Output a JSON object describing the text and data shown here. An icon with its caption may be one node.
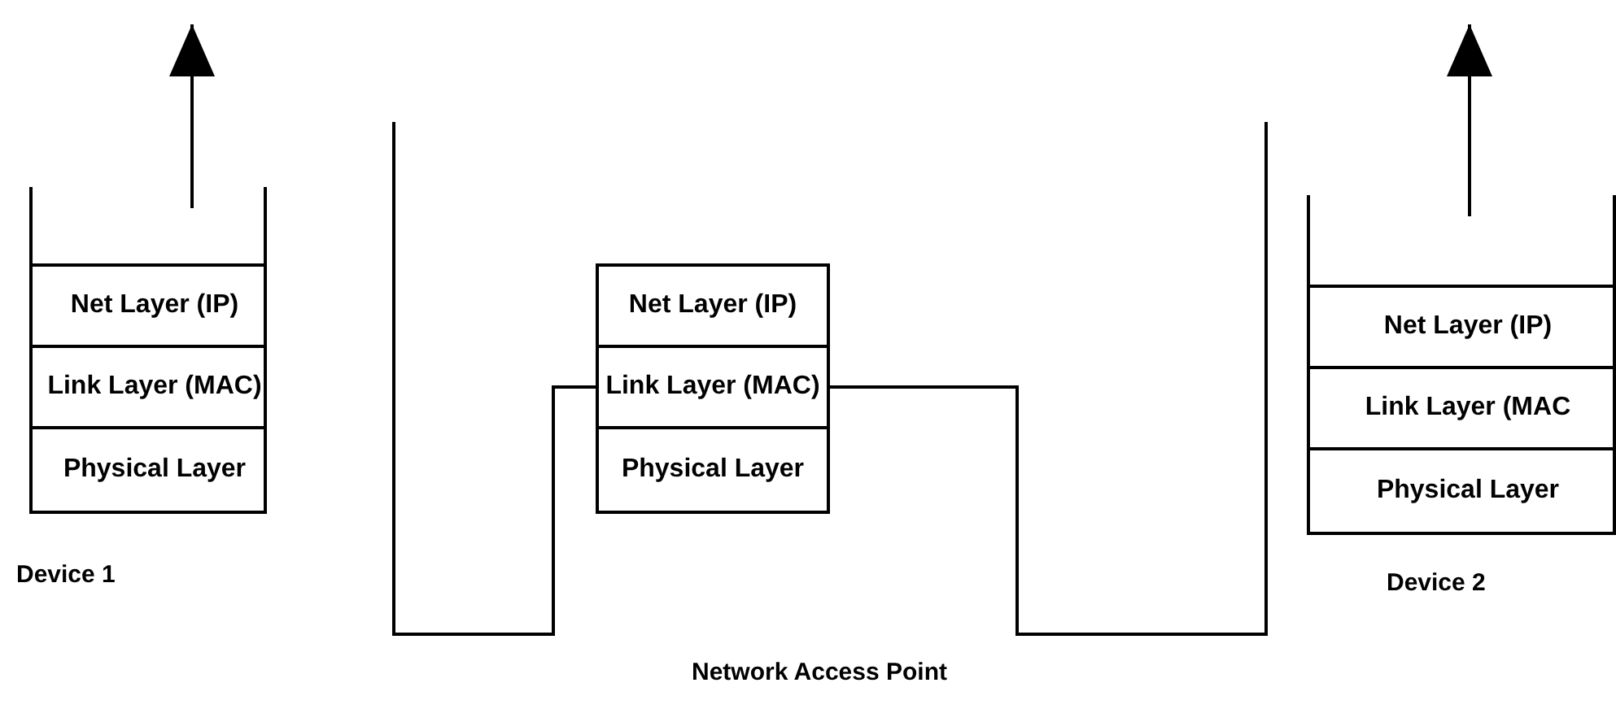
{
  "diagram": {
    "nodes": [
      {
        "text": [
          "Device 1"
        ]
      },
      {
        "text": [
          "Net Layer (IP)"
        ],
        "in": 0
      },
      {
        "text": [
          "Link Layer (MAC)"
        ],
        "in": 0
      },
      {
        "text": [
          "Physical Layer"
        ],
        "in": 0
      },
      {
        "text": [
          "Net Layer (IP)"
        ]
      },
      {
        "text": [
          "Link Layer (MAC)"
        ]
      },
      {
        "text": [
          "Physical Layer"
        ]
      },
      {
        "text": [
          "Device 2"
        ]
      },
      {
        "text": [
          "Net Layer (IP)"
        ],
        "in": 7
      },
      {
        "text": [
          "Link Layer (MAC"
        ],
        "in": 7
      },
      {
        "text": [
          "Physical Layer"
        ],
        "in": 7
      }
    ],
    "edges": [
      {
        "from": 0,
        "to": null,
        "arrow": "to"
      },
      {
        "from": 5,
        "to": null,
        "arrow": "none"
      },
      {
        "from": 5,
        "to": null,
        "arrow": "none"
      },
      {
        "from": 7,
        "to": null,
        "arrow": "to"
      }
    ],
    "labels": [
      "Network Access Point"
    ]
  }
}
